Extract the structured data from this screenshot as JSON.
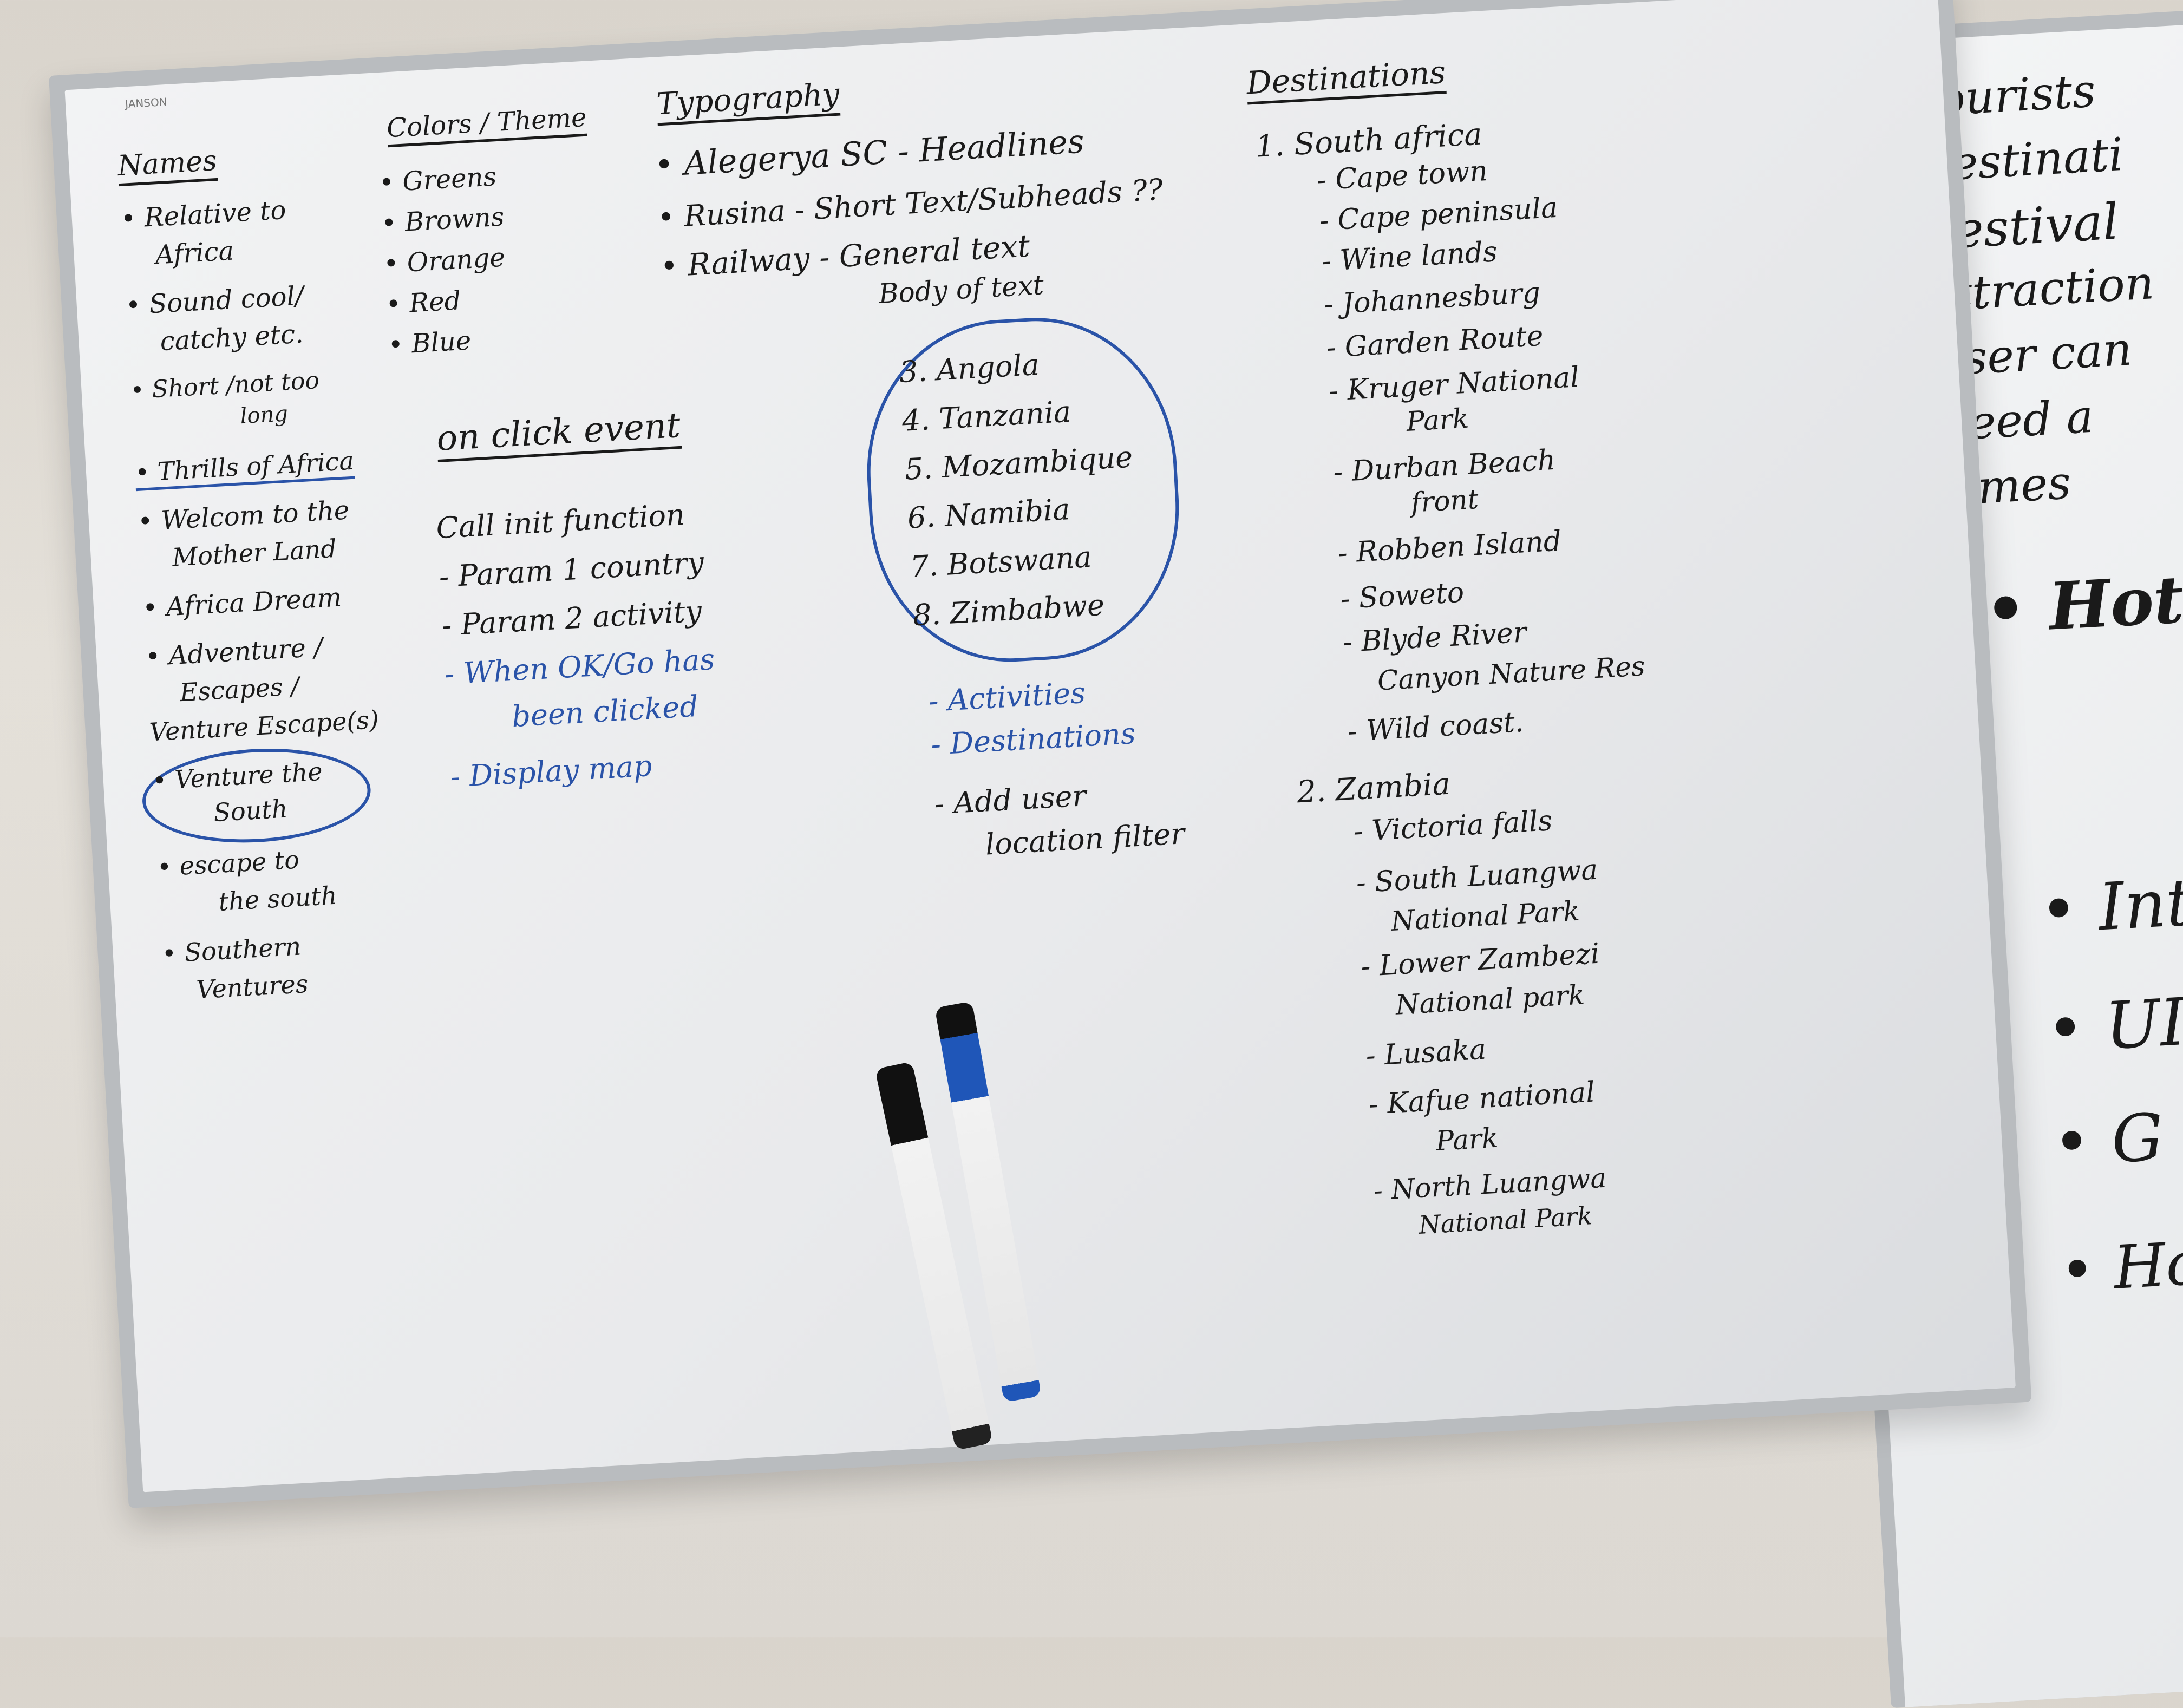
{
  "board": {
    "brand": "JANSON",
    "names": {
      "heading": "Names",
      "items": [
        "• Relative to",
        "Africa",
        "• Sound cool/",
        "catchy etc.",
        "• Short /not too",
        "long",
        "• Thrills of Africa",
        "• Welcom to the",
        "Mother Land",
        "• Africa Dream",
        "• Adventure /",
        "Escapes /",
        "Venture Escape(s)",
        "• Venture the",
        "South",
        "• escape to",
        "the south",
        "• Southern",
        "Ventures"
      ]
    },
    "colors": {
      "heading": "Colors / Theme",
      "items": [
        "• Greens",
        "• Browns",
        "• Orange",
        "• Red",
        "• Blue"
      ]
    },
    "typography": {
      "heading": "Typography",
      "rows": [
        "• Alegerya SC - Headlines",
        "• Rusina - Short Text/Subheads ??",
        "• Railway - General text",
        "Body of text"
      ]
    },
    "onclick": {
      "heading": "on click event",
      "items": [
        "Call init function",
        "- Param 1 country",
        "- Param 2 activity",
        "- When OK/Go has",
        "been clicked",
        "- Display map"
      ]
    },
    "countries": [
      "3. Angola",
      "4. Tanzania",
      "5. Mozambique",
      "6. Namibia",
      "7. Botswana",
      "8. Zimbabwe"
    ],
    "filters": [
      "- Activities",
      "- Destinations",
      "- Add user",
      "location filter"
    ],
    "destinations": {
      "heading": "Destinations",
      "items": [
        "1. South africa",
        "- Cape town",
        "- Cape peninsula",
        "- Wine lands",
        "- Johannesburg",
        "- Garden Route",
        "- Kruger National",
        "Park",
        "- Durban Beach",
        "front",
        "- Robben Island",
        "- Soweto",
        "- Blyde River",
        "Canyon Nature Res",
        "- Wild coast.",
        "2. Zambia",
        "- Victoria falls",
        "- South Luangwa",
        "National Park",
        "- Lower Zambezi",
        "National park",
        "- Lusaka",
        "- Kafue national",
        "Park",
        "- North Luangwa",
        "National Park"
      ]
    },
    "right_board": {
      "items": [
        "• Tourists",
        "• Destinati",
        "• Festival",
        "• Attraction",
        "• User can",
        "• Need a",
        "• Times",
        "• Hot",
        "• Int",
        "• UI",
        "• G",
        "• Ho"
      ]
    }
  }
}
